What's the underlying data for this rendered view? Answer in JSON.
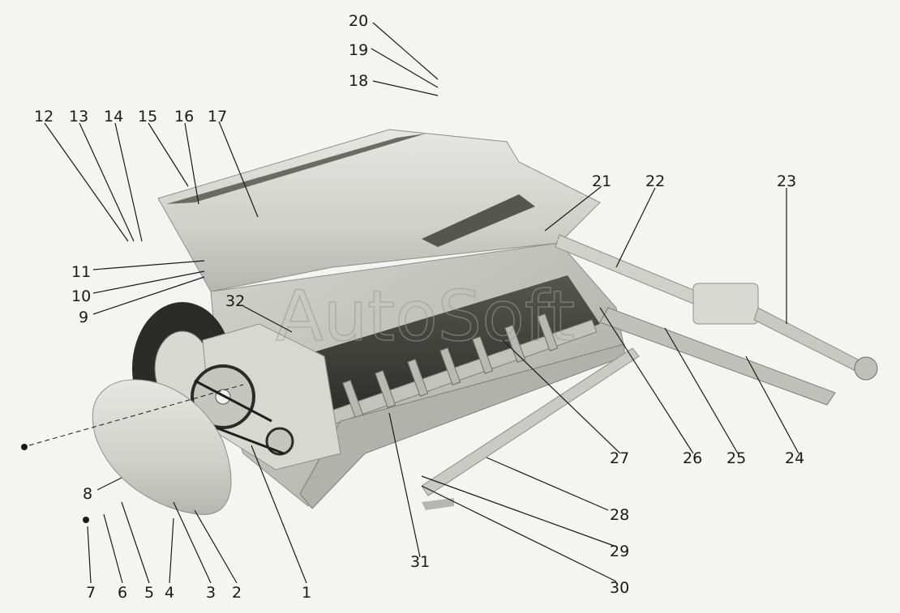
{
  "watermark": "AutoSoft",
  "callouts": [
    "1",
    "2",
    "3",
    "4",
    "5",
    "6",
    "7",
    "8",
    "9",
    "10",
    "11",
    "12",
    "13",
    "14",
    "15",
    "16",
    "17",
    "18",
    "19",
    "20",
    "21",
    "22",
    "23",
    "24",
    "25",
    "26",
    "27",
    "28",
    "29",
    "30",
    "31",
    "32"
  ],
  "colors": {
    "background": "#f4f4f2",
    "body": "#c9cac4",
    "shadow": "#8d8e89",
    "ink": "#1a1a1a"
  }
}
